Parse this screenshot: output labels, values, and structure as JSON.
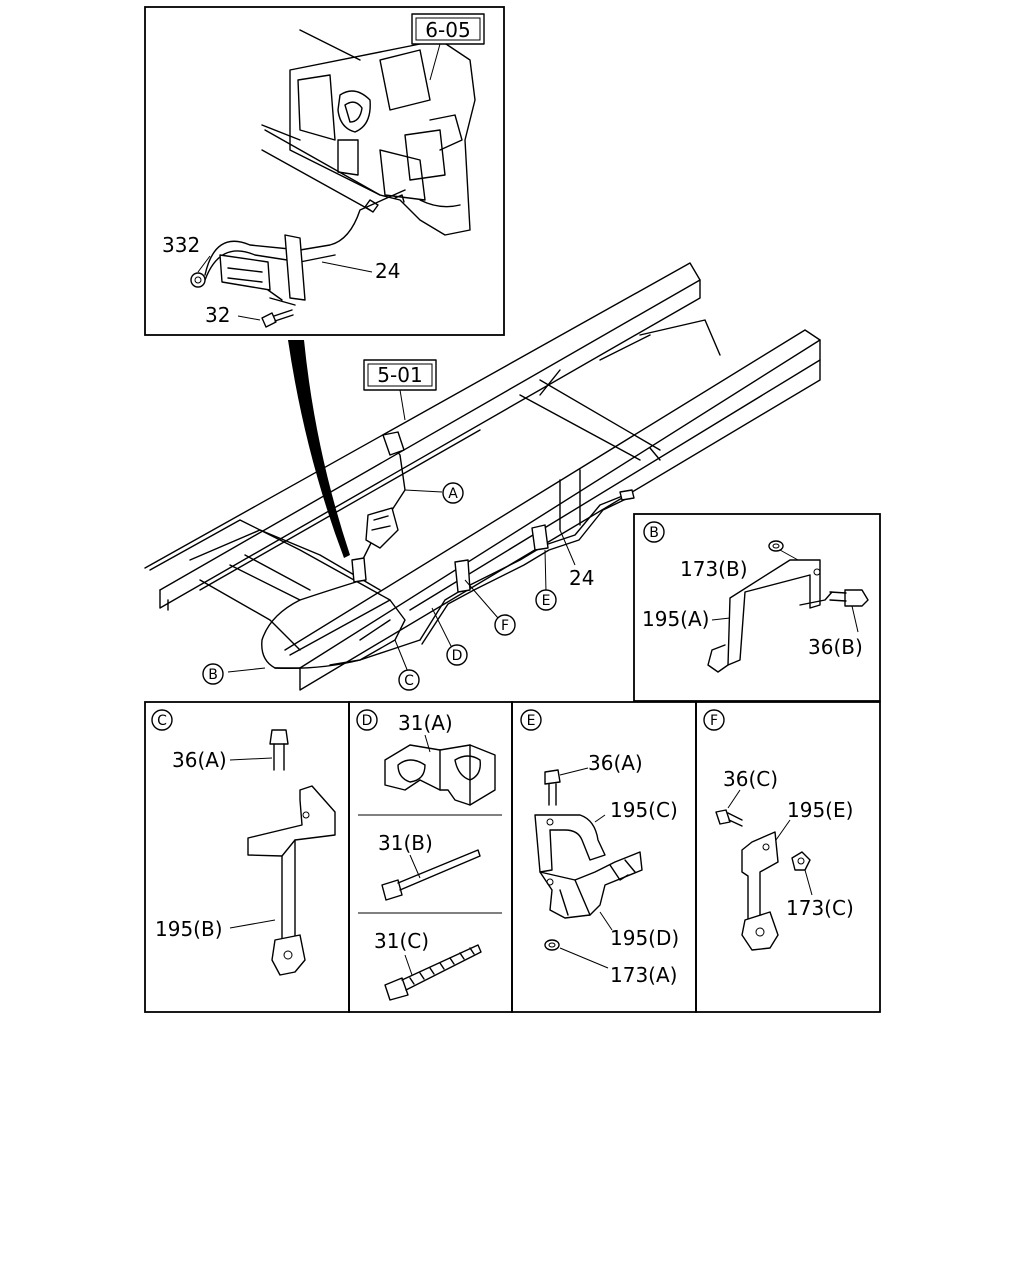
{
  "refs": {
    "r605": "6-05",
    "r501": "5-01"
  },
  "main_callouts": {
    "A": "A",
    "B": "B",
    "C": "C",
    "D": "D",
    "E": "E",
    "F": "F"
  },
  "inset_top": {
    "n332": "332",
    "n24": "24",
    "n32": "32"
  },
  "main": {
    "n24": "24"
  },
  "detail_b": {
    "letter": "B",
    "n173b": "173(B)",
    "n195a": "195(A)",
    "n36b": "36(B)"
  },
  "detail_c": {
    "letter": "C",
    "n36a": "36(A)",
    "n195b": "195(B)"
  },
  "detail_d": {
    "letter": "D",
    "n31a": "31(A)",
    "n31b": "31(B)",
    "n31c": "31(C)"
  },
  "detail_e": {
    "letter": "E",
    "n36a": "36(A)",
    "n195c": "195(C)",
    "n195d": "195(D)",
    "n173a": "173(A)"
  },
  "detail_f": {
    "letter": "F",
    "n36c": "36(C)",
    "n195e": "195(E)",
    "n173c": "173(C)"
  }
}
